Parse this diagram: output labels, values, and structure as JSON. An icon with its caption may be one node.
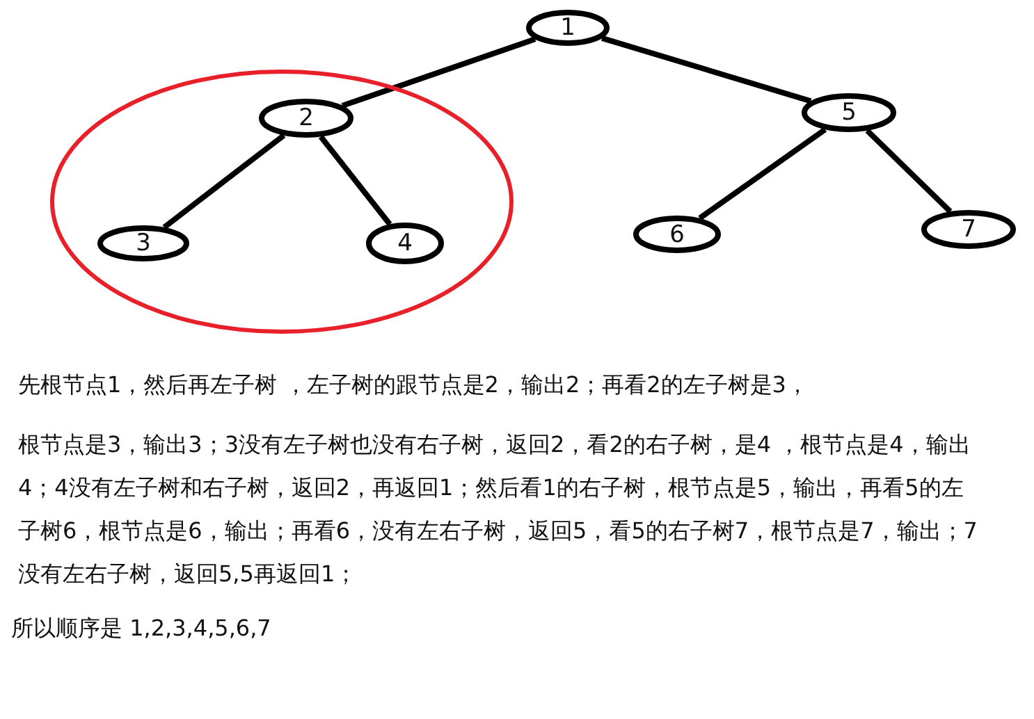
{
  "diagram": {
    "nodes": [
      {
        "text": [
          "1"
        ]
      },
      {
        "text": [],
        "shape": "circle"
      },
      {
        "text": [
          "2"
        ],
        "in": 1
      },
      {
        "text": [
          "3"
        ],
        "in": 1
      },
      {
        "text": [
          "4"
        ],
        "in": 1
      },
      {
        "text": [
          "5"
        ]
      },
      {
        "text": [
          "6"
        ]
      },
      {
        "text": [
          "7"
        ]
      }
    ],
    "edges": [
      {
        "from": 0,
        "to": 2,
        "arrow": "none"
      },
      {
        "from": 0,
        "to": 5,
        "arrow": "none"
      },
      {
        "from": 2,
        "to": 3,
        "arrow": "none"
      },
      {
        "from": 2,
        "to": 4,
        "arrow": "none"
      },
      {
        "from": 5,
        "to": 6,
        "arrow": "none"
      },
      {
        "from": 5,
        "to": 7,
        "arrow": "none"
      }
    ],
    "labels": [
      "先根节点1，然后再左子树 ，左子树的跟节点是2，输出2；再看2的左子树是3，",
      "根节点是3，输出3；3没有左子树也没有右子树，返回2，看2的右子树，是4 ，根节点是4，输出4；4没有左子树和右子树，返回2，再返回1；然后看1的右子树，根节点是5，输出，再看5的左子树6，根节点是6，输出；再看6，没有左右子树，返回5，看5的右子树7，根节点是7，输出；7没有左右子树，返回5,5再返回1；",
      "所以顺序是 1,2,3,4,5,6,7"
    ]
  }
}
